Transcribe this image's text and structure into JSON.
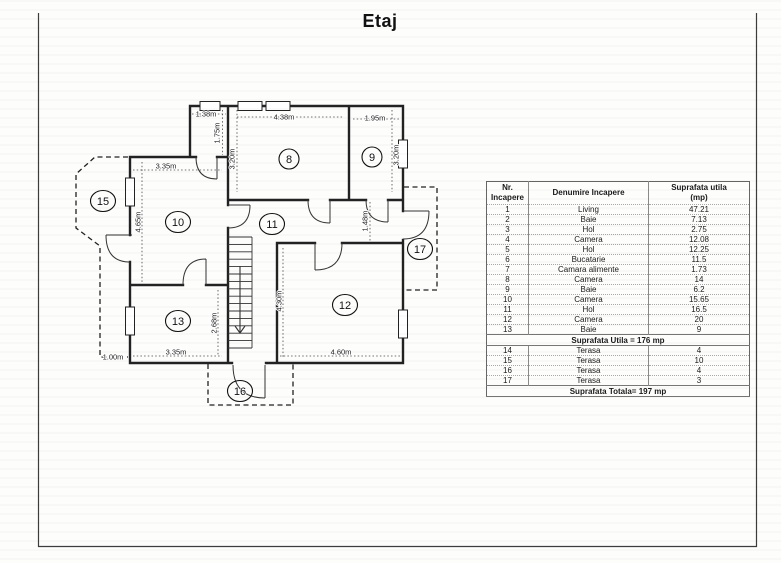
{
  "page": {
    "title": "Etaj"
  },
  "plan": {
    "rooms": {
      "r8": "8",
      "r9": "9",
      "r10": "10",
      "r11": "11",
      "r12": "12",
      "r13": "13",
      "r15": "15",
      "r16": "16",
      "r17": "17"
    },
    "dims": {
      "d138": "1.38m",
      "d175": "1.75m",
      "d438": "4.38m",
      "d320a": "3.20m",
      "d195": "1.95m",
      "d320b": "3.20m",
      "d335a": "3.35m",
      "d465": "4.65m",
      "d148": "1.48m",
      "d430": "4.30m",
      "d268": "2.68m",
      "d335b": "3.35m",
      "d460": "4.60m",
      "d100": "1.00m"
    }
  },
  "table": {
    "header": {
      "col1a": "Nr.",
      "col1b": "Incapere",
      "col2": "Denumire Incapere",
      "col3a": "Suprafata utila",
      "col3b": "(mp)"
    },
    "rows": [
      {
        "nr": "1",
        "name": "Living",
        "area": "47.21"
      },
      {
        "nr": "2",
        "name": "Baie",
        "area": "7.13"
      },
      {
        "nr": "3",
        "name": "Hol",
        "area": "2.75"
      },
      {
        "nr": "4",
        "name": "Camera",
        "area": "12.08"
      },
      {
        "nr": "5",
        "name": "Hol",
        "area": "12.25"
      },
      {
        "nr": "6",
        "name": "Bucatarie",
        "area": "11.5"
      },
      {
        "nr": "7",
        "name": "Camara alimente",
        "area": "1.73"
      },
      {
        "nr": "8",
        "name": "Camera",
        "area": "14"
      },
      {
        "nr": "9",
        "name": "Baie",
        "area": "6.2"
      },
      {
        "nr": "10",
        "name": "Camera",
        "area": "15.65"
      },
      {
        "nr": "11",
        "name": "Hol",
        "area": "16.5"
      },
      {
        "nr": "12",
        "name": "Camera",
        "area": "20"
      },
      {
        "nr": "13",
        "name": "Baie",
        "area": "9"
      }
    ],
    "subtotal": "Suprafata Utila = 176 mp",
    "rows2": [
      {
        "nr": "14",
        "name": "Terasa",
        "area": "4"
      },
      {
        "nr": "15",
        "name": "Terasa",
        "area": "10"
      },
      {
        "nr": "16",
        "name": "Terasa",
        "area": "4"
      },
      {
        "nr": "17",
        "name": "Terasa",
        "area": "3"
      }
    ],
    "total": "Suprafata Totala= 197 mp"
  }
}
